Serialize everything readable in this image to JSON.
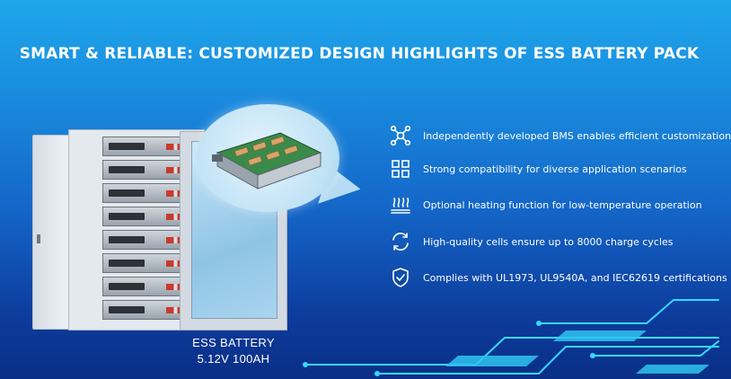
{
  "title": "SMART & RELIABLE: CUSTOMIZED DESIGN HIGHLIGHTS OF ESS BATTERY PACK",
  "product": {
    "name": "ESS BATTERY",
    "spec": "5.12V 100AH"
  },
  "features": [
    {
      "icon": "network-nodes-icon",
      "text": "Independently developed BMS enables efficient customization"
    },
    {
      "icon": "grid-squares-icon",
      "text": "Strong compatibility for diverse application scenarios"
    },
    {
      "icon": "heating-waves-icon",
      "text": "Optional heating function for low-temperature operation"
    },
    {
      "icon": "cycle-arrows-icon",
      "text": "High-quality cells ensure up to 8000 charge cycles"
    },
    {
      "icon": "shield-check-icon",
      "text": "Complies with UL1973, UL9540A, and IEC62619 certifications"
    }
  ],
  "colors": {
    "background_top": "#1fa6ea",
    "background_bottom": "#0a2f86",
    "accent_lines": "#36d8ff",
    "text": "#ffffff"
  }
}
